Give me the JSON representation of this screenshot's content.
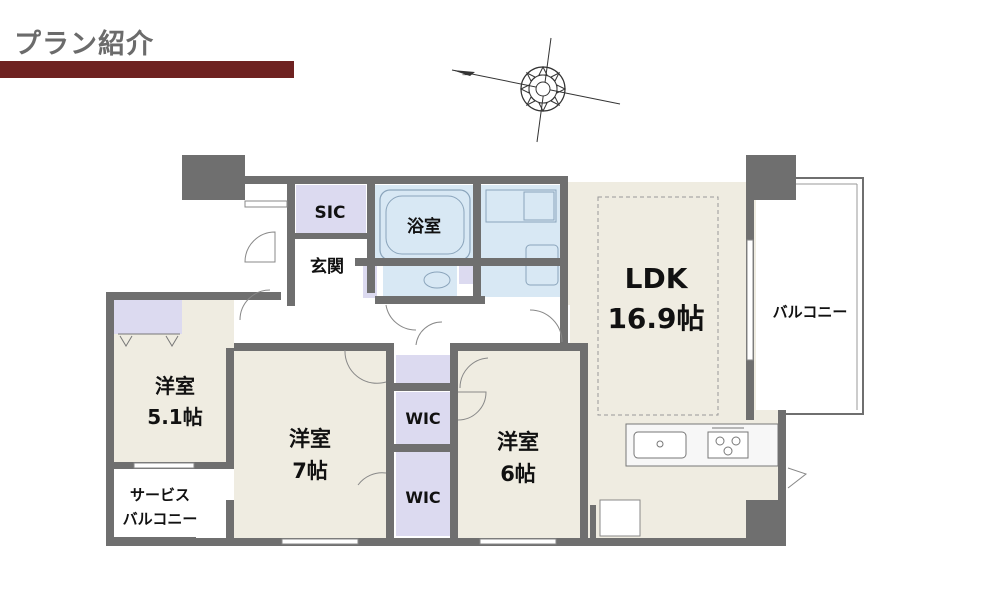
{
  "header": {
    "title": "プラン紹介"
  },
  "rooms": {
    "sic": "SIC",
    "bath": "浴室",
    "entrance": "玄関",
    "ldk_name": "LDK",
    "ldk_size": "16.9帖",
    "balcony": "バルコニー",
    "western1_name": "洋室",
    "western1_size": "5.1帖",
    "western2_name": "洋室",
    "western2_size": "7帖",
    "western3_name": "洋室",
    "western3_size": "6帖",
    "wic1": "WIC",
    "wic2": "WIC",
    "service_balcony_line1": "サービス",
    "service_balcony_line2": "バルコニー"
  },
  "colors": {
    "title_bar": "#6e2221",
    "wall": "#6f6f6f",
    "room_beige": "#efece1",
    "closet_lavender": "#dcdaf0",
    "wet_blue": "#d8e8f4"
  },
  "icons": {
    "compass": "compass-icon"
  }
}
